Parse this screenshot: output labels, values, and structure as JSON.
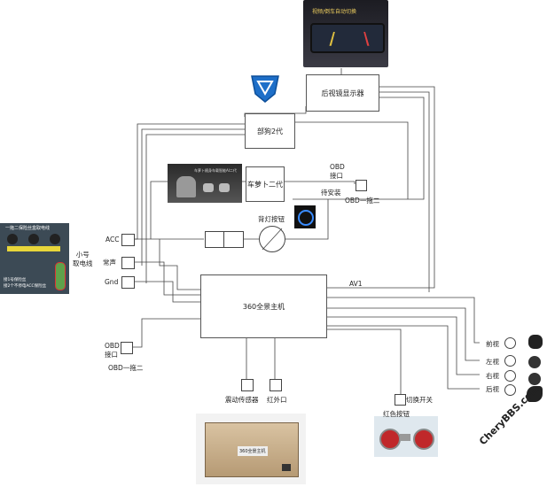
{
  "nodes": {
    "rear_display": "后视镜显示器",
    "gouzi": "部狗2代",
    "radar": "车萝卜二代",
    "obd_port_top": "OBD\n接口",
    "install_note": "待安装",
    "obd_split_top": "OBD一拖二",
    "lamp_button": "背灯按钮",
    "main_unit": "360全景主机",
    "av1": "AV1",
    "acc": "ACC",
    "always_on": "常声",
    "gnd": "Gnd",
    "small_power": "小号\n取电线",
    "obd_port_bottom": "OBD\n接口",
    "obd_split_bottom": "OBD一拖二",
    "vibration_sensor": "震动传感器",
    "infrared": "红外口",
    "switch": "切换开关",
    "red_button": "红色按钮",
    "cam_front": "前视",
    "cam_left": "左视",
    "cam_right": "右视",
    "cam_rear": "后视"
  },
  "images": {
    "monitor_caption": "视频/倒车自动切换",
    "fuse_title": "一拖二保险丝盒取电线",
    "fuse_note1": "接1号保险丝",
    "fuse_note2": "接2个不停电ACC保险丝",
    "radar_caption": "车萝卜随身车载智能AI二代",
    "device_label": "360全景主机"
  },
  "watermark": "CheryBBS.com",
  "colors": {
    "line": "#444444",
    "red_button": "#c0282a",
    "blue_logo": "#1e6fc8",
    "fuse_bg": "#3c4a55",
    "fuse_yellow": "#e8d63a"
  }
}
